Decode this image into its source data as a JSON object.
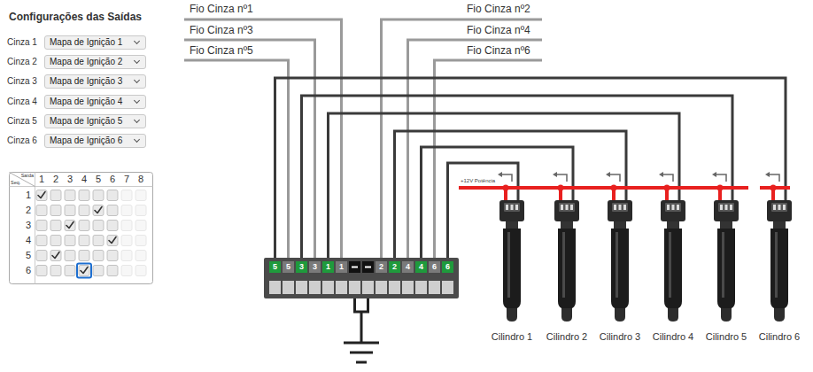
{
  "diagram": {
    "title": "Configurações das Saídas",
    "nodes": [
      {
        "text": [
          "Mapa de Ignição 1"
        ]
      },
      {
        "text": [
          "Mapa de Ignição 2"
        ]
      },
      {
        "text": [
          "Mapa de Ignição 3"
        ]
      },
      {
        "text": [
          "Mapa de Ignição 4"
        ]
      },
      {
        "text": [
          "Mapa de Ignição 5"
        ]
      },
      {
        "text": [
          "Mapa de Ignição 6"
        ]
      },
      {
        "text": [
          "5"
        ]
      },
      {
        "text": [
          "5"
        ]
      },
      {
        "text": [
          "3"
        ]
      },
      {
        "text": [
          "3"
        ]
      },
      {
        "text": [
          "1"
        ]
      },
      {
        "text": [
          "1"
        ]
      },
      {
        "text": [
          "2"
        ]
      },
      {
        "text": [
          "2"
        ]
      },
      {
        "text": [
          "4"
        ]
      },
      {
        "text": [
          "4"
        ]
      },
      {
        "text": [
          "6"
        ]
      },
      {
        "text": [
          "6"
        ]
      }
    ],
    "labels": [
      "Cinza 1",
      "Cinza 2",
      "Cinza 3",
      "Cinza 4",
      "Cinza 5",
      "Cinza 6",
      "Saída",
      "Seq.",
      "1",
      "2",
      "3",
      "4",
      "5",
      "6",
      "7",
      "8",
      "1",
      "2",
      "3",
      "4",
      "5",
      "6",
      "Fio Cinza nº1",
      "Fio Cinza nº2",
      "Fio Cinza nº3",
      "Fio Cinza nº4",
      "Fio Cinza nº5",
      "Fio Cinza nº6",
      "+12V Potência",
      "Cilindro 1",
      "Cilindro 2",
      "Cilindro 3",
      "Cilindro 4",
      "Cilindro 5",
      "Cilindro 6"
    ]
  }
}
